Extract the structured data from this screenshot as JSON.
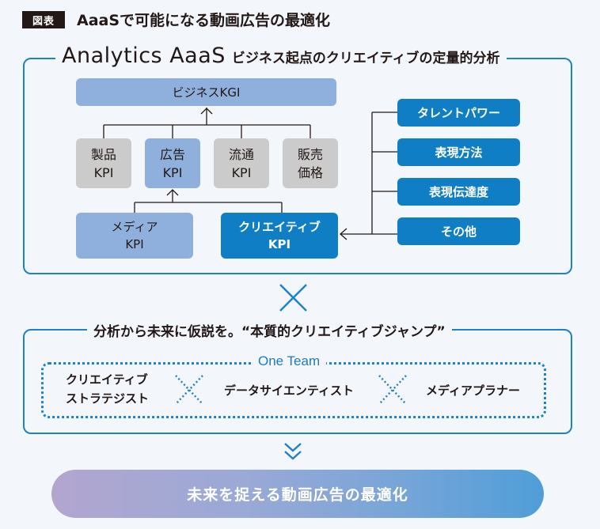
{
  "header": {
    "badge": "図表",
    "title": "AaaSで可能になる動画広告の最適化"
  },
  "section1": {
    "title_en": "Analytics AaaS",
    "title_jp": "ビジネス起点のクリエイティブの定量的分析",
    "kgi": "ビジネスKGI",
    "kpis": [
      {
        "line1": "製品",
        "line2": "KPI"
      },
      {
        "line1": "広告",
        "line2": "KPI"
      },
      {
        "line1": "流通",
        "line2": "KPI"
      },
      {
        "line1": "販売",
        "line2": "価格"
      }
    ],
    "media_kpi": {
      "line1": "メディア",
      "line2": "KPI"
    },
    "creative_kpi": {
      "line1": "クリエイティブ",
      "line2": "KPI"
    },
    "factors": [
      "タレントパワー",
      "表現方法",
      "表現伝達度",
      "その他"
    ]
  },
  "connector": {
    "symbol": "times-icon"
  },
  "section2": {
    "title": "分析から未来に仮説を。“本質的クリエイティブジャンプ”",
    "team_label": "One Team",
    "roles": [
      {
        "line1": "クリエイティブ",
        "line2": "ストラテジスト"
      },
      {
        "line1": "データサイエンティスト"
      },
      {
        "line1": "メディアプラナー"
      }
    ]
  },
  "result": {
    "label": "未来を捉える動画広告の最適化"
  },
  "colors": {
    "frame": "#1e82c8",
    "blue_box": "#0f7ec4",
    "light_box": "#8fb0dd",
    "gray_box": "#cbcbcb",
    "background": "#f3f7fc",
    "pill_start": "#b2a6cf",
    "pill_end": "#4f9ed8"
  }
}
